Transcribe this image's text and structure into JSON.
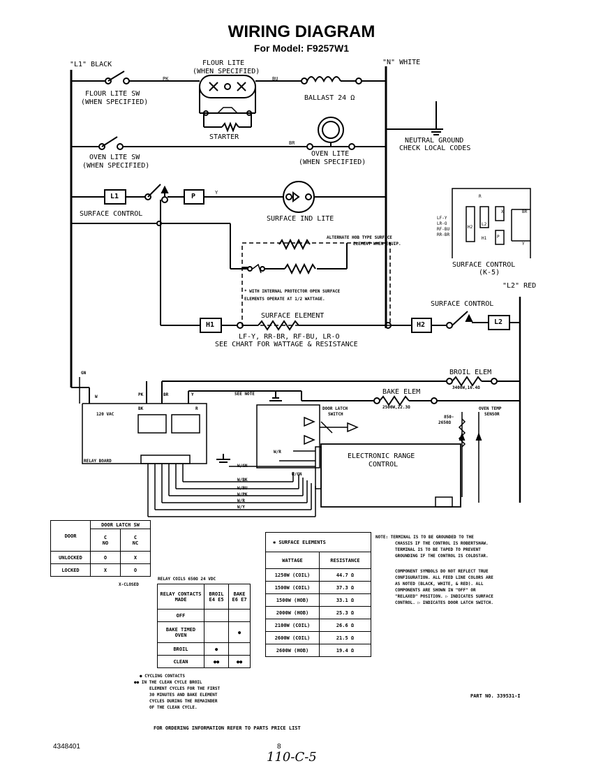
{
  "title": "WIRING DIAGRAM",
  "subtitle": "For Model: F9257W1",
  "labels": {
    "l1": "\"L1\" BLACK",
    "n": "\"N\" WHITE",
    "l2": "\"L2\" RED",
    "flour_lite": "FLOUR LITE",
    "when_specified": "(WHEN SPECIFIED)",
    "flour_lite_sw": "FLOUR LITE SW",
    "ballast": "BALLAST 24 Ω",
    "starter": "STARTER",
    "oven_lite_sw": "OVEN LITE SW",
    "oven_lite": "OVEN LITE",
    "neutral_ground": "NEUTRAL GROUND",
    "check_codes": "CHECK LOCAL CODES",
    "surface_control": "SURFACE CONTROL",
    "surface_ind_lite": "SURFACE IND LITE",
    "surface_control_detail": "SURFACE CONTROL",
    "surface_control_part": "(K-5)",
    "alt_hob_1": "ALTERNATE HOB TYPE SURFACE",
    "alt_hob_2": "ELEMENT WHEN EQUIP.",
    "protector_1": "* WITH INTERNAL PROTECTOR OPEN SURFACE",
    "protector_2": "ELEMENTS OPERATE AT 1/2 WATTAGE.",
    "surface_element": "SURFACE ELEMENT",
    "element_codes": "LF-Y, RR-BR, RF-BU, LR-O",
    "see_chart": "SEE CHART FOR WATTAGE & RESISTANCE",
    "broil_elem": "BROIL ELEM",
    "broil_spec": "3400W,16.4Ω",
    "bake_elem": "BAKE ELEM",
    "bake_spec": "2500W,22.3Ω",
    "oven_temp_sensor_1": "OVEN TEMP",
    "oven_temp_sensor_2": "SENSOR",
    "sensor_range_1": "850-",
    "sensor_range_2": "2650Ω",
    "see_note": "SEE NOTE",
    "door_latch_switch_1": "DOOR LATCH",
    "door_latch_switch_2": "SWITCH",
    "electronic_range_control_1": "ELECTRONIC RANGE",
    "electronic_range_control_2": "CONTROL",
    "relay_board": "RELAY BOARD",
    "vac": "120 VAC",
    "box_l1": "L1",
    "box_p": "P",
    "box_h1": "H1",
    "box_h2": "H2",
    "box_l2": "L2",
    "wire_pk": "PK",
    "wire_bu": "BU",
    "wire_br": "BR",
    "wire_y": "Y",
    "wire_gn": "GN",
    "wire_w": "W",
    "wire_bk": "BK",
    "wire_r": "R",
    "wire_w_gn": "W/GN",
    "wire_w_bk": "W/BK",
    "wire_w_bu": "W/BU",
    "wire_w_pk": "W/PK",
    "wire_w_r": "W/R",
    "wire_w_y": "W/Y",
    "wire_w_r2": "W/R",
    "sc_lf": "LF-Y",
    "sc_lr": "LR-O",
    "sc_rf": "RF-BU",
    "sc_rr": "RR-BR",
    "sc_h2": "H2",
    "sc_l2": "L2",
    "sc_h1": "H1",
    "sc_p": "P",
    "sc_r": "R",
    "sc_br": "BR",
    "sc_y": "Y",
    "sc_x": "X"
  },
  "door_table": {
    "head_door": "DOOR",
    "head_sw": "DOOR LATCH SW",
    "head_c": "C",
    "head_no": "NO",
    "head_nc": "NC",
    "rows": [
      {
        "door": "UNLOCKED",
        "c_no": "O",
        "c_nc": "X"
      },
      {
        "door": "LOCKED",
        "c_no": "X",
        "c_nc": "O"
      }
    ],
    "note": "X-CLOSED"
  },
  "relay_table": {
    "caption": "RELAY COILS 650Ω 24 VDC",
    "head_contacts": "RELAY CONTACTS MADE",
    "head_broil": "BROIL E4 E5",
    "head_bake": "BAKE E6 E7",
    "rows": [
      {
        "mode": "OFF",
        "broil": "",
        "bake": ""
      },
      {
        "mode": "BAKE TIMED OVEN",
        "broil": "",
        "bake": "●"
      },
      {
        "mode": "BROIL",
        "broil": "●",
        "bake": ""
      },
      {
        "mode": "CLEAN",
        "broil": "●●",
        "bake": "●●"
      }
    ],
    "note1": "● CYCLING CONTACTS",
    "note2": "●● IN THE CLEAN CYCLE BROIL",
    "note3": "ELEMENT CYCLES FOR THE FIRST",
    "note4": "30 MINUTES AND BAKE ELEMENT",
    "note5": "CYCLES DURING THE REMAINDER",
    "note6": "OF THE CLEAN CYCLE."
  },
  "surface_table": {
    "title": "✱ SURFACE ELEMENTS",
    "head_wattage": "WATTAGE",
    "head_resistance": "RESISTANCE",
    "rows": [
      {
        "wattage": "1250W (COIL)",
        "resistance": "44.7 Ω"
      },
      {
        "wattage": "1500W (COIL)",
        "resistance": "37.3 Ω"
      },
      {
        "wattage": "1500W (HOB)",
        "resistance": "33.1 Ω"
      },
      {
        "wattage": "2000W (HOB)",
        "resistance": "25.3 Ω"
      },
      {
        "wattage": "2100W (COIL)",
        "resistance": "26.6 Ω"
      },
      {
        "wattage": "2600W (COIL)",
        "resistance": "21.5 Ω"
      },
      {
        "wattage": "2600W (HOB)",
        "resistance": "19.4 Ω"
      }
    ]
  },
  "notes": {
    "n1": "NOTE: TERMINAL IS TO BE GROUNDED TO THE",
    "n2": "CHASSIS IF THE CONTROL IS ROBERTSHAW.",
    "n3": "TERMINAL IS TO BE TAPED TO PREVENT",
    "n4": "GROUNDING IF THE CONTROL IS COLDSTAR.",
    "c1": "COMPONENT SYMBOLS DO NOT REFLECT TRUE",
    "c2": "CONFIGURATION. ALL FEED LINE COLORS ARE",
    "c3": "AS NOTED (BLACK, WHITE, & RED). ALL",
    "c4": "COMPONENTS ARE SHOWN IN \"OFF\" OR",
    "c5": "\"RELAXED\" POSITION. ▷ INDICATES SURFACE",
    "c6": "CONTROL. ▷ INDICATES DOOR LATCH SWITCH."
  },
  "part_no": "PART NO. 339531-I",
  "ordering": "FOR ORDERING INFORMATION REFER TO PARTS PRICE LIST",
  "doc_no": "4348401",
  "page_no": "8",
  "handwritten": "110-C-5"
}
